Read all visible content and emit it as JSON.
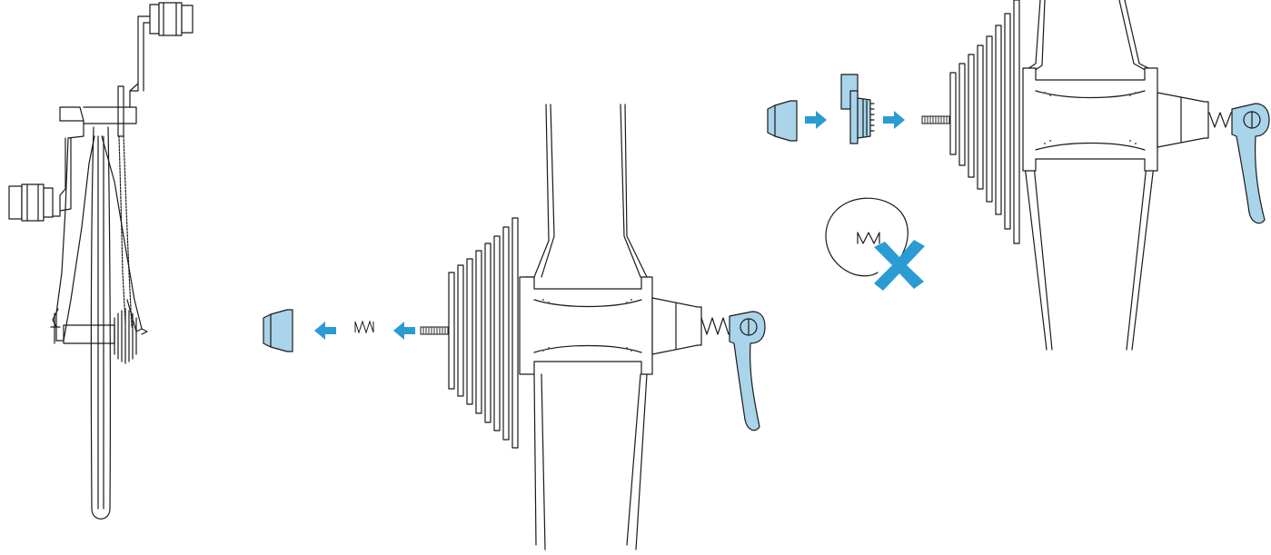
{
  "colors": {
    "accent_part": "#a9d4ea",
    "arrow": "#2a9bd3",
    "line": "#1a1a1a",
    "background": "#ffffff"
  },
  "icons": {
    "step_arrow": "arrow-icon",
    "forbidden_mark": "x-mark-icon"
  },
  "steps": [
    {
      "id": "bike-rear-view",
      "parts": [
        "frame",
        "crank",
        "pedals",
        "chain",
        "cassette",
        "rear-wheel"
      ]
    },
    {
      "id": "remove-parts",
      "arrow_direction": "left",
      "parts": [
        "end-cap",
        "spring",
        "axle",
        "cassette",
        "hub",
        "spokes",
        "quick-release-lever"
      ]
    },
    {
      "id": "install-adapter",
      "arrow_direction": "right",
      "parts": [
        "end-cap",
        "adapter",
        "axle",
        "cassette",
        "hub",
        "spokes",
        "quick-release-lever"
      ]
    },
    {
      "id": "spring-not-used",
      "parts": [
        "spring",
        "x-mark"
      ]
    }
  ]
}
